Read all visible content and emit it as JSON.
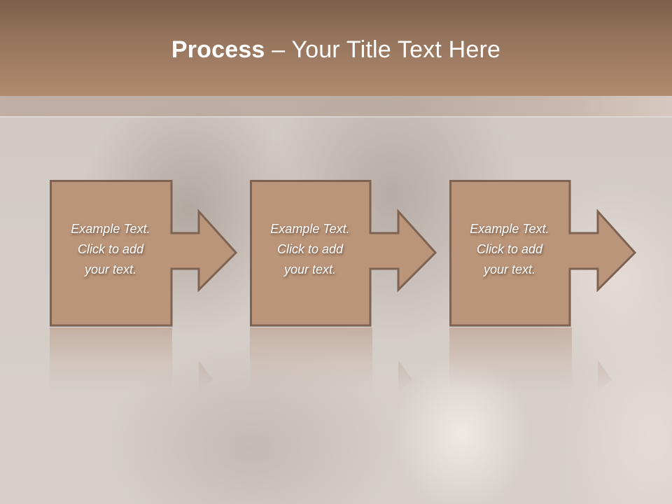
{
  "slide": {
    "title_bold": "Process",
    "title_rest": " – Your Title Text Here"
  },
  "colors": {
    "header_top": "#7b5f4b",
    "header_bottom": "#b08a6e",
    "box_fill": "#bb9579",
    "box_border": "#7e6352",
    "text": "#ffffff"
  },
  "steps": [
    {
      "line1": "Example Text.",
      "line2": "Click  to add",
      "line3": "your text."
    },
    {
      "line1": "Example Text.",
      "line2": "Click  to add",
      "line3": "your text."
    },
    {
      "line1": "Example Text.",
      "line2": "Click  to add",
      "line3": "your text."
    }
  ]
}
